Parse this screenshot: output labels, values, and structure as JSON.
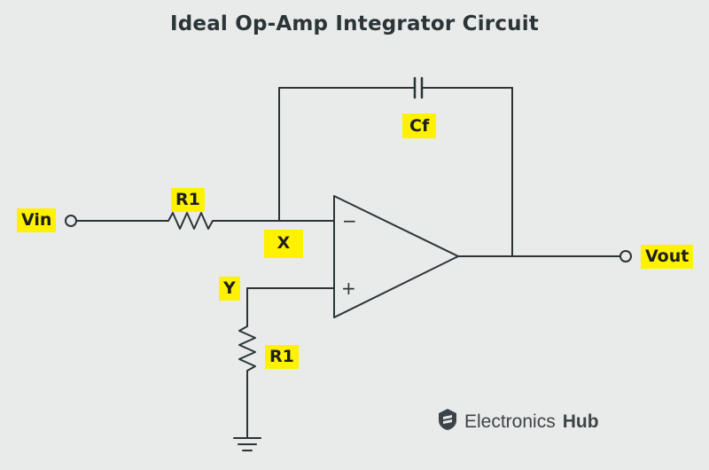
{
  "title": "Ideal Op-Amp Integrator Circuit",
  "labels": {
    "vin": "Vin",
    "r1_top": "R1",
    "x": "X",
    "y": "Y",
    "r1_bottom": "R1",
    "cf": "Cf",
    "vout": "Vout",
    "minus": "−",
    "plus": "+"
  },
  "brand": {
    "name": "Electronics",
    "suffix": "Hub",
    "logo_icon": "electronics-hub-logo-icon"
  },
  "colors": {
    "background": "#e9eaea",
    "wire": "#2b3437",
    "label_highlight": "#fff200"
  }
}
